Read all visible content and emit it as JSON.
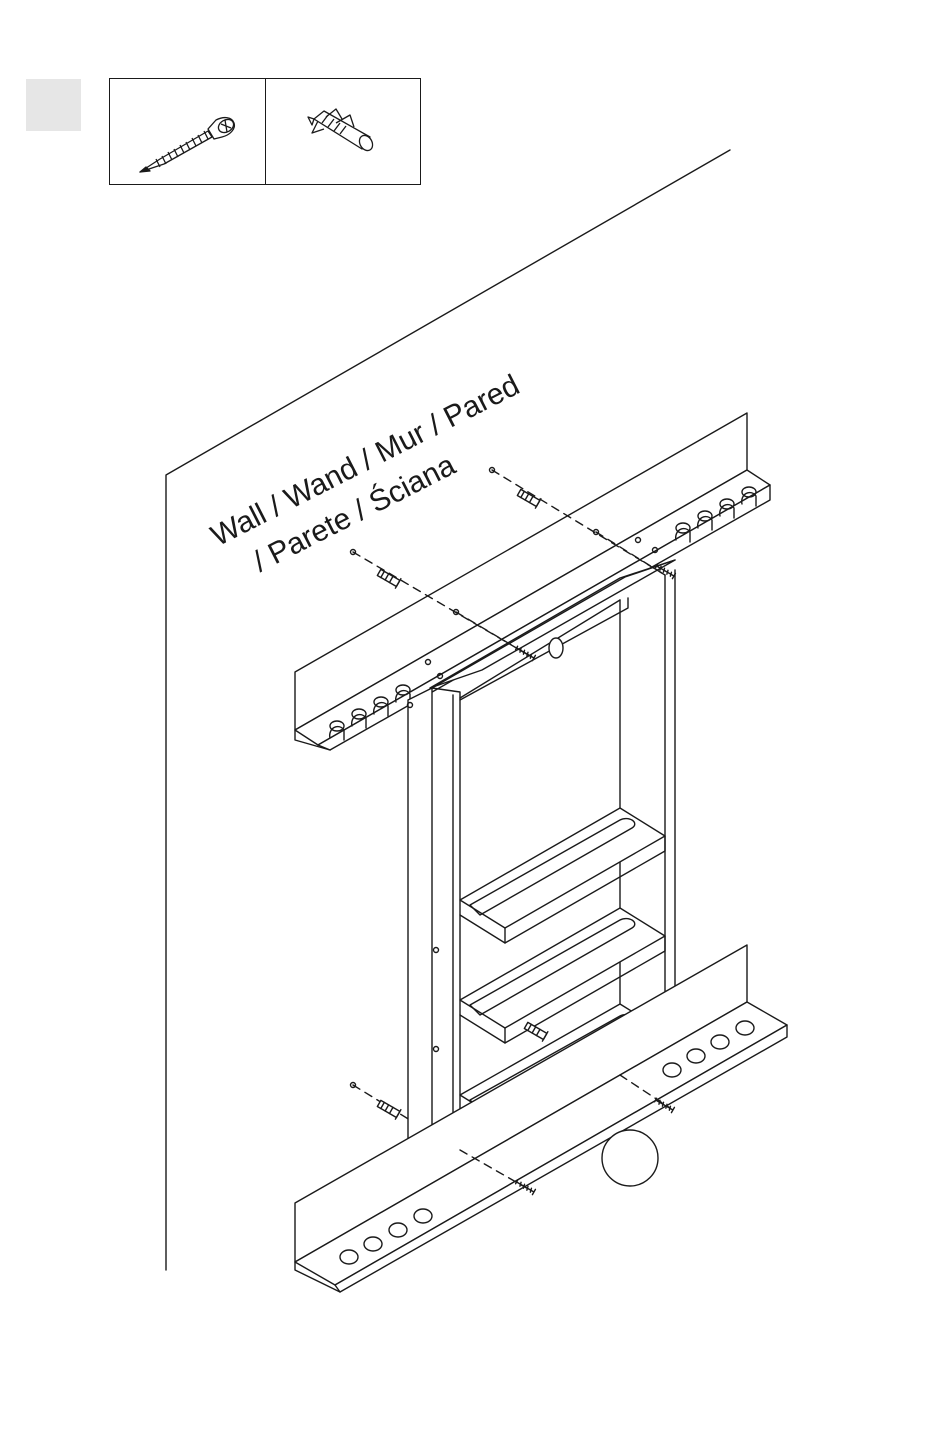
{
  "step": {
    "number": "",
    "fill": "#e6e6e6"
  },
  "parts": [
    {
      "icon": "wood-screw-icon"
    },
    {
      "icon": "wall-plug-icon"
    }
  ],
  "wall_label": {
    "line1": "Wall / Wand / Mur / Pared",
    "line2": "/ Parete / Ściana"
  },
  "colors": {
    "line": "#1a1a1a",
    "step_fill": "#e6e6e6",
    "background": "#ffffff"
  },
  "fixings": {
    "wall_plugs": 5,
    "screws": 5
  }
}
